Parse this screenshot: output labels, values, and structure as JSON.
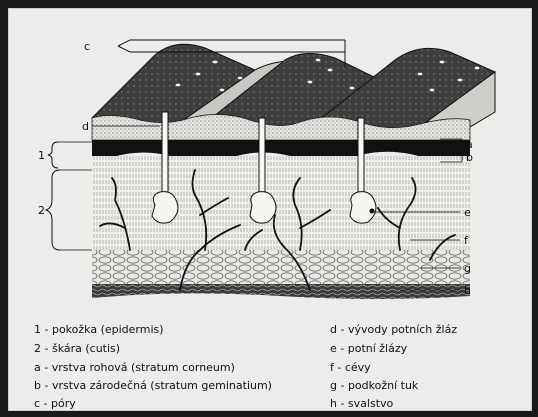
{
  "diagram": {
    "labels": {
      "c_top": "c",
      "d": "d",
      "a": "a",
      "b": "b",
      "one": "1",
      "two": "2",
      "e": "e",
      "f": "f",
      "g": "g",
      "h": "h"
    },
    "legend_left": [
      "1 - pokožka (epidermis)",
      "2 - škára (cutis)",
      "a - vrstva rohová (stratum corneum)",
      "b - vrstva zárodečná (stratum geminatium)",
      "c - póry"
    ],
    "legend_right": [
      "d - vývody potních žláz",
      "e - potní žlázy",
      "f - cévy",
      "g - podkožní tuk",
      "h - svalstvo"
    ]
  },
  "colors": {
    "background": "#1a1a1a",
    "paper": "#ececea",
    "ink": "#111111"
  }
}
